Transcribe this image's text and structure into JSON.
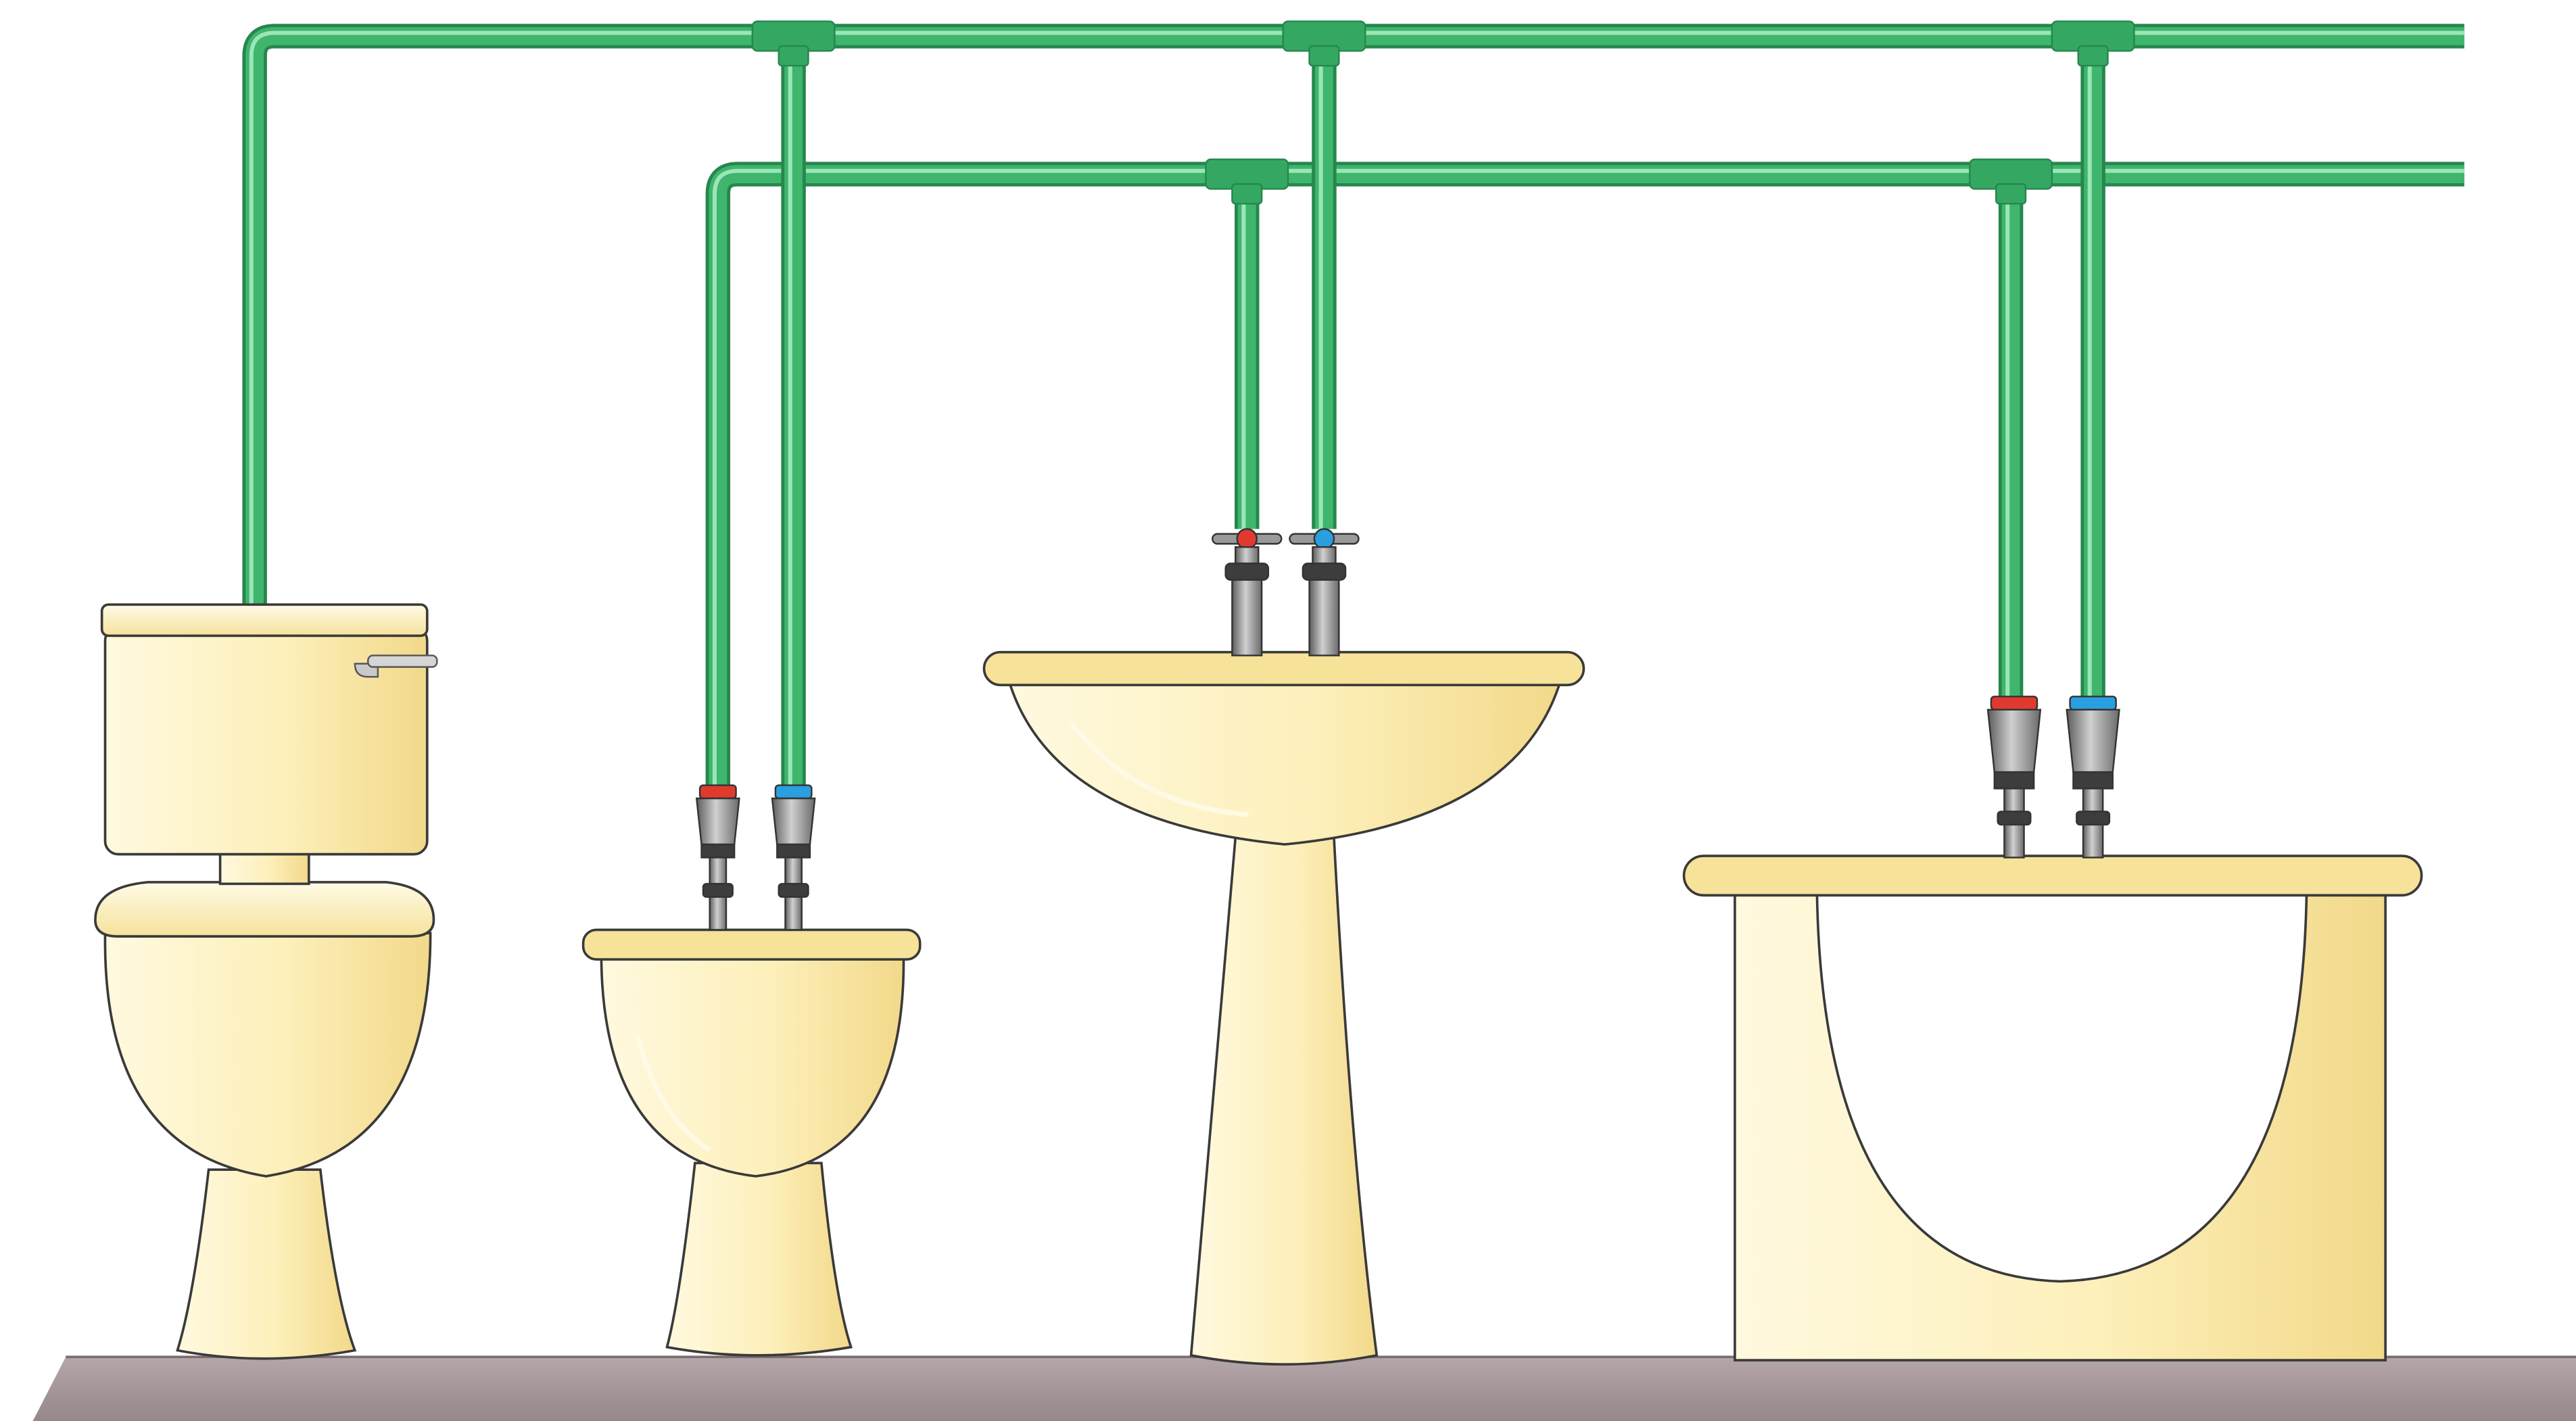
{
  "diagram": {
    "subject": "bathroom-plumbing",
    "fixtures": [
      {
        "id": "toilet",
        "kind": "toilet",
        "supplies": [
          "cold"
        ]
      },
      {
        "id": "bidet",
        "kind": "bidet",
        "supplies": [
          "hot",
          "cold"
        ]
      },
      {
        "id": "basin",
        "kind": "pedestal-basin",
        "supplies": [
          "hot",
          "cold"
        ]
      },
      {
        "id": "bath",
        "kind": "bath",
        "supplies": [
          "hot",
          "cold"
        ]
      }
    ],
    "pipes": [
      {
        "id": "cold-main",
        "kind": "cold-supply"
      },
      {
        "id": "hot-main",
        "kind": "hot-supply"
      }
    ]
  },
  "colors": {
    "pipe": "#3fb56e",
    "pipe_highlight": "#8fe0ad",
    "pipe_shadow": "#26874c",
    "ceramic": "#fdf2bf",
    "ceramic_light": "#fffbe6",
    "ceramic_shade": "#f3dc8a",
    "outline": "#3a3a3a",
    "tap_body": "#8d8d8d",
    "tap_dark": "#3d3d3d",
    "hot_indicator": "#e03a2f",
    "cold_indicator": "#2a9fe0",
    "floor": "#a7989b",
    "floor_edge": "#7a6d70"
  }
}
